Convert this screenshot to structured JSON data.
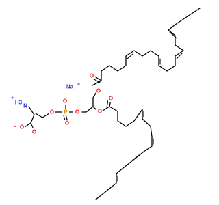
{
  "structure": {
    "atoms": {
      "O": "O",
      "P": "P",
      "N": "N",
      "H3": "H3",
      "Na": "Na",
      "plus": "+",
      "minus": "-"
    },
    "colors": {
      "bond": "#000000",
      "oxygen": "#e8141c",
      "phosphorus": "#e08a00",
      "nitrogen": "#1a24d4",
      "sodium": "#5a2bbf",
      "carbon": "#000000"
    }
  }
}
